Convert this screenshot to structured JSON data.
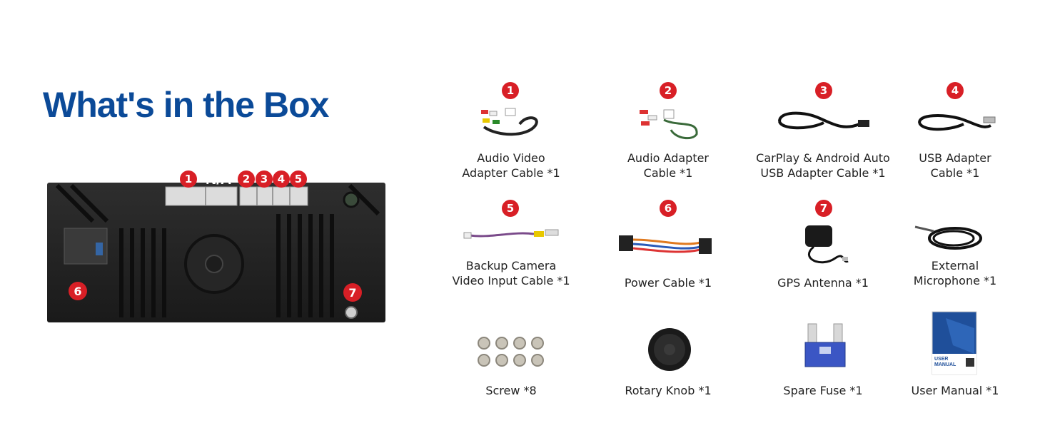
{
  "heading": "What's in the Box",
  "unit": {
    "top_labels": [
      "1",
      "N/A",
      "2",
      "3",
      "4",
      "5"
    ],
    "side_badges": [
      "6",
      "7"
    ]
  },
  "colors": {
    "title": "#0b4a98",
    "badge": "#d81f26"
  },
  "items": [
    {
      "num": "1",
      "label_lines": [
        "Audio Video",
        "Adapter Cable *1"
      ]
    },
    {
      "num": "2",
      "label_lines": [
        "Audio Adapter",
        "Cable *1"
      ]
    },
    {
      "num": "3",
      "label_lines": [
        "CarPlay & Android Auto",
        "USB Adapter Cable *1"
      ]
    },
    {
      "num": "4",
      "label_lines": [
        "USB Adapter",
        "Cable *1"
      ]
    },
    {
      "num": "5",
      "label_lines": [
        "Backup Camera",
        "Video Input Cable *1"
      ]
    },
    {
      "num": "6",
      "label_lines": [
        "Power Cable *1"
      ]
    },
    {
      "num": "7",
      "label_lines": [
        "GPS Antenna *1"
      ]
    },
    {
      "num": "",
      "label_lines": [
        "External",
        "Microphone *1"
      ]
    },
    {
      "num": "",
      "label_lines": [
        "Screw *8"
      ]
    },
    {
      "num": "",
      "label_lines": [
        "Rotary Knob *1"
      ]
    },
    {
      "num": "",
      "label_lines": [
        "Spare Fuse *1"
      ]
    },
    {
      "num": "",
      "label_lines": [
        "User Manual *1"
      ]
    }
  ],
  "manual_cover_text": [
    "USER",
    "MANUAL"
  ]
}
